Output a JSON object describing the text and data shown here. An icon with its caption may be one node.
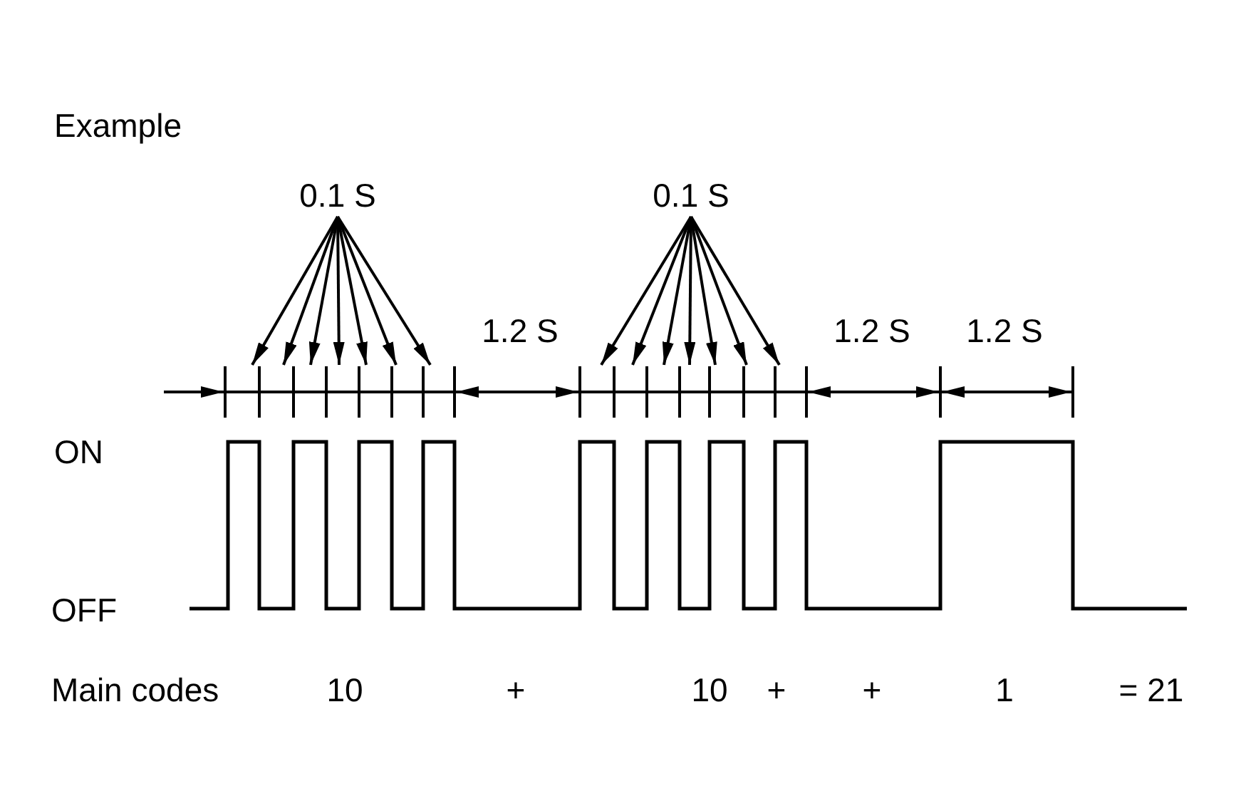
{
  "diagram": {
    "nodes": [
      {
        "text": [
          "0.1 S"
        ]
      },
      {
        "text": [
          "0.1 S"
        ]
      },
      {
        "text": [],
        "shape": "bar"
      }
    ],
    "edges": [
      {
        "from": 0,
        "to": 2,
        "arrow": "to"
      },
      {
        "from": 0,
        "to": 2,
        "arrow": "to"
      },
      {
        "from": 0,
        "to": 2,
        "arrow": "to"
      },
      {
        "from": 0,
        "to": 2,
        "arrow": "to"
      },
      {
        "from": 0,
        "to": 2,
        "arrow": "to"
      },
      {
        "from": 0,
        "to": 2,
        "arrow": "to"
      },
      {
        "from": 0,
        "to": 2,
        "arrow": "to"
      },
      {
        "from": 1,
        "to": 2,
        "arrow": "to"
      },
      {
        "from": 1,
        "to": 2,
        "arrow": "to"
      },
      {
        "from": 1,
        "to": 2,
        "arrow": "to"
      },
      {
        "from": 1,
        "to": 2,
        "arrow": "to"
      },
      {
        "from": 1,
        "to": 2,
        "arrow": "to"
      },
      {
        "from": 1,
        "to": 2,
        "arrow": "to"
      },
      {
        "from": 1,
        "to": 2,
        "arrow": "to"
      }
    ],
    "labels": [
      "Example",
      "1.2 S",
      "1.2 S",
      "1.2 S",
      "ON",
      "OFF",
      "Main codes",
      "10",
      "+",
      "10",
      "+",
      "+",
      "1",
      "= 21"
    ]
  }
}
